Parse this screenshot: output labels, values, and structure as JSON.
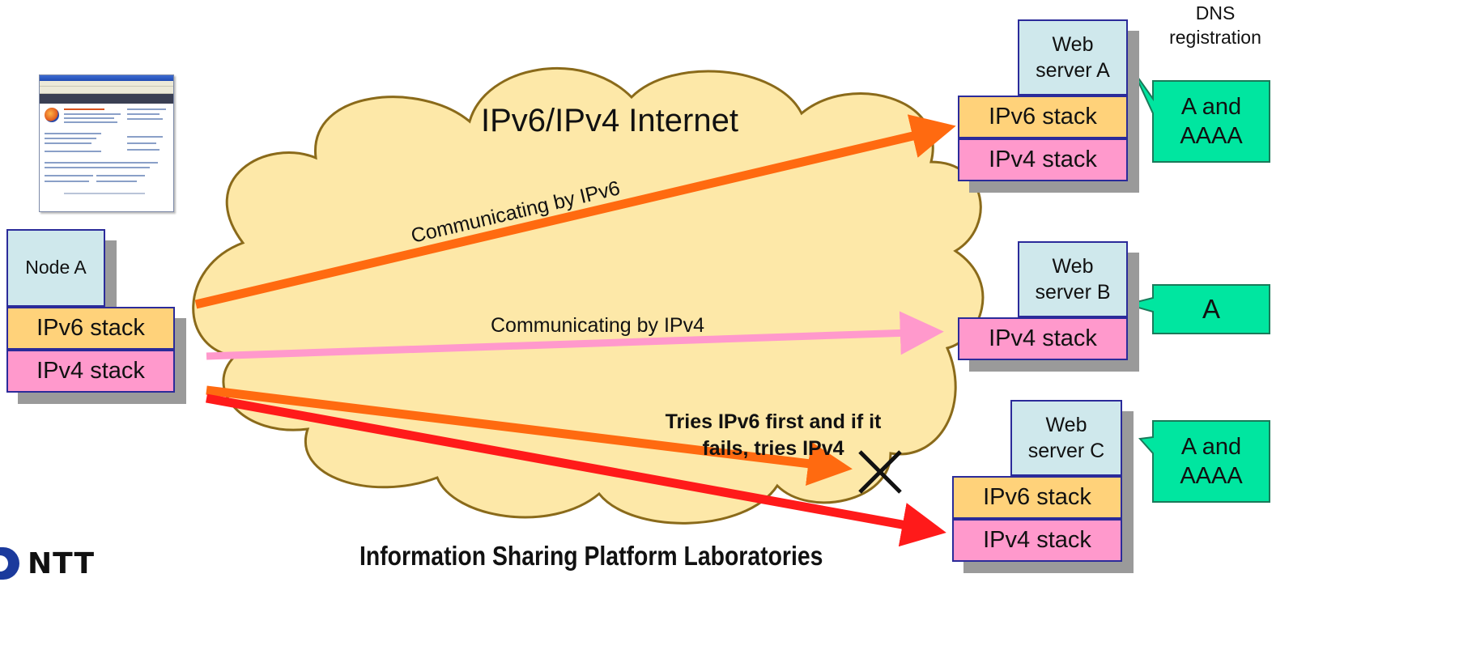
{
  "cloud": {
    "label": "IPv6/IPv4 Internet"
  },
  "node_a": {
    "label": "Node A",
    "ipv6": "IPv6 stack",
    "ipv4": "IPv4 stack"
  },
  "server_a": {
    "label": "Web\nserver A",
    "ipv6": "IPv6 stack",
    "ipv4": "IPv4 stack",
    "dns": "A and\nAAAA"
  },
  "server_b": {
    "label": "Web\nserver B",
    "ipv4": "IPv4 stack",
    "dns": "A"
  },
  "server_c": {
    "label": "Web\nserver C",
    "ipv6": "IPv6 stack",
    "ipv4": "IPv4 stack",
    "dns": "A and\nAAAA"
  },
  "dns_heading": "DNS\nregistration",
  "flows": {
    "ipv6": "Communicating by IPv6",
    "ipv4": "Communicating by IPv4",
    "fallback": "Tries IPv6 first and if it\nfails, tries IPv4"
  },
  "footer": {
    "lab": "Information Sharing Platform Laboratories",
    "logo": "NTT"
  },
  "colors": {
    "cloud_fill": "#fde8a8",
    "cloud_stroke": "#8a6a1a",
    "ipv6_fill": "#ffd27a",
    "ipv4_fill": "#ff99cc",
    "label_fill": "#cfe8ec",
    "callout_fill": "#00e6a0",
    "arrow_ipv6": "#ff6a10",
    "arrow_ipv4": "#ff99cc",
    "arrow_red": "#ff1a1a"
  }
}
